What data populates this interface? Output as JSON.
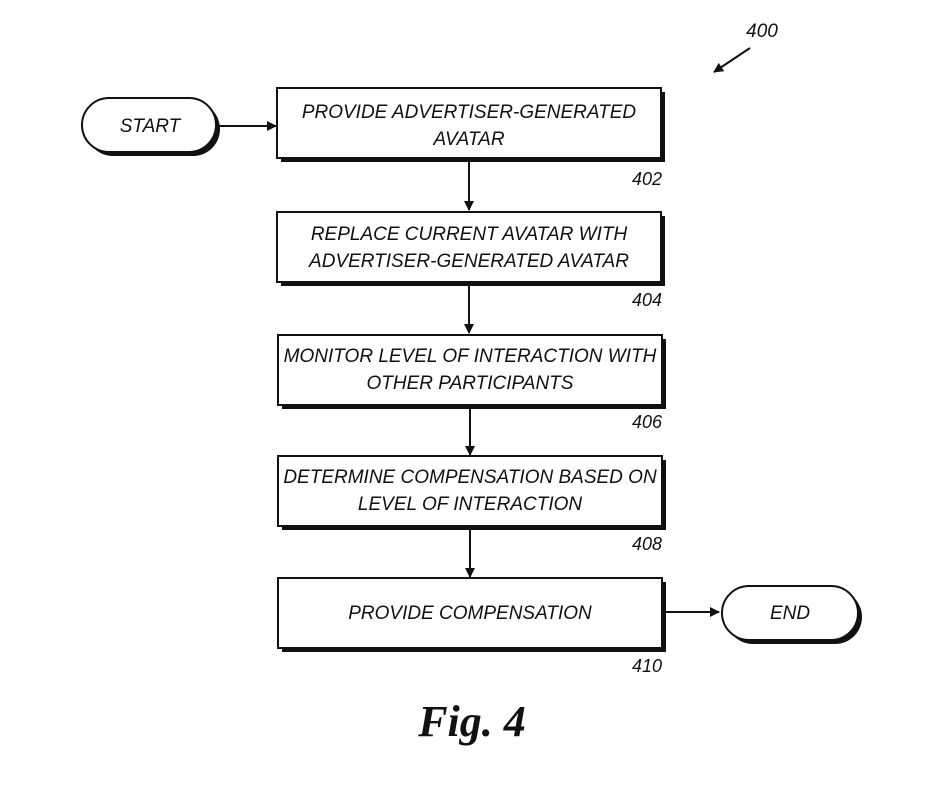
{
  "diagram": {
    "reference": "400",
    "start": "START",
    "end": "END",
    "steps": [
      {
        "id": "402",
        "lines": [
          "PROVIDE ADVERTISER-GENERATED",
          "AVATAR"
        ]
      },
      {
        "id": "404",
        "lines": [
          "REPLACE CURRENT AVATAR WITH",
          "ADVERTISER-GENERATED AVATAR"
        ]
      },
      {
        "id": "406",
        "lines": [
          "MONITOR LEVEL OF INTERACTION WITH",
          "OTHER PARTICIPANTS"
        ]
      },
      {
        "id": "408",
        "lines": [
          "DETERMINE COMPENSATION BASED ON",
          "LEVEL OF INTERACTION"
        ]
      },
      {
        "id": "410",
        "lines": [
          "PROVIDE COMPENSATION"
        ]
      }
    ],
    "caption": "Fig. 4"
  }
}
